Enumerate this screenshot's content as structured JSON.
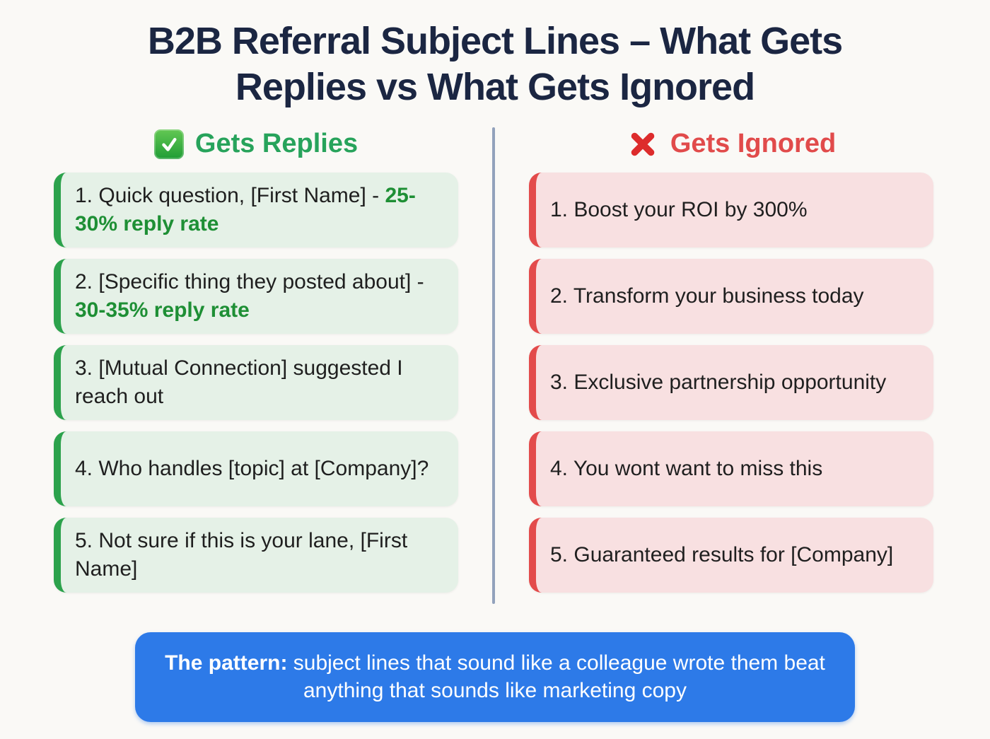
{
  "title": "B2B Referral Subject Lines – What Gets Replies vs What Gets Ignored",
  "columns": {
    "replies": {
      "header": "Gets Replies",
      "icon": "green-check-icon",
      "items": [
        {
          "text": "1. Quick question, [First Name] - ",
          "highlight": "25-30% reply rate"
        },
        {
          "text": "2. [Specific thing they posted about] - ",
          "highlight": "30-35% reply rate"
        },
        {
          "text": "3. [Mutual Connection] suggested I reach out",
          "highlight": ""
        },
        {
          "text": "4. Who handles [topic] at [Company]?",
          "highlight": ""
        },
        {
          "text": "5. Not sure if this is your lane, [First Name]",
          "highlight": ""
        }
      ]
    },
    "ignored": {
      "header": "Gets Ignored",
      "icon": "red-cross-icon",
      "items": [
        {
          "text": "1. Boost your ROI by 300%"
        },
        {
          "text": "2. Transform your business today"
        },
        {
          "text": "3. Exclusive partnership opportunity"
        },
        {
          "text": "4. You wont want to miss this"
        },
        {
          "text": "5. Guaranteed results for [Company]"
        }
      ]
    }
  },
  "footer": {
    "lead": "The pattern:",
    "text": " subject lines that sound like a colleague wrote them beat anything that sounds like marketing copy"
  },
  "colors": {
    "title": "#1b2642",
    "green_header": "#27a35b",
    "green_stripe": "#2ca24c",
    "green_bg": "#e5f1e7",
    "green_highlight": "#1e8f35",
    "red_header": "#e14b4b",
    "red_stripe": "#e34b4b",
    "red_bg": "#f8e0e1",
    "divider": "#92a2bc",
    "footer_bg": "#2d7ae8",
    "page_bg": "#faf9f6"
  }
}
